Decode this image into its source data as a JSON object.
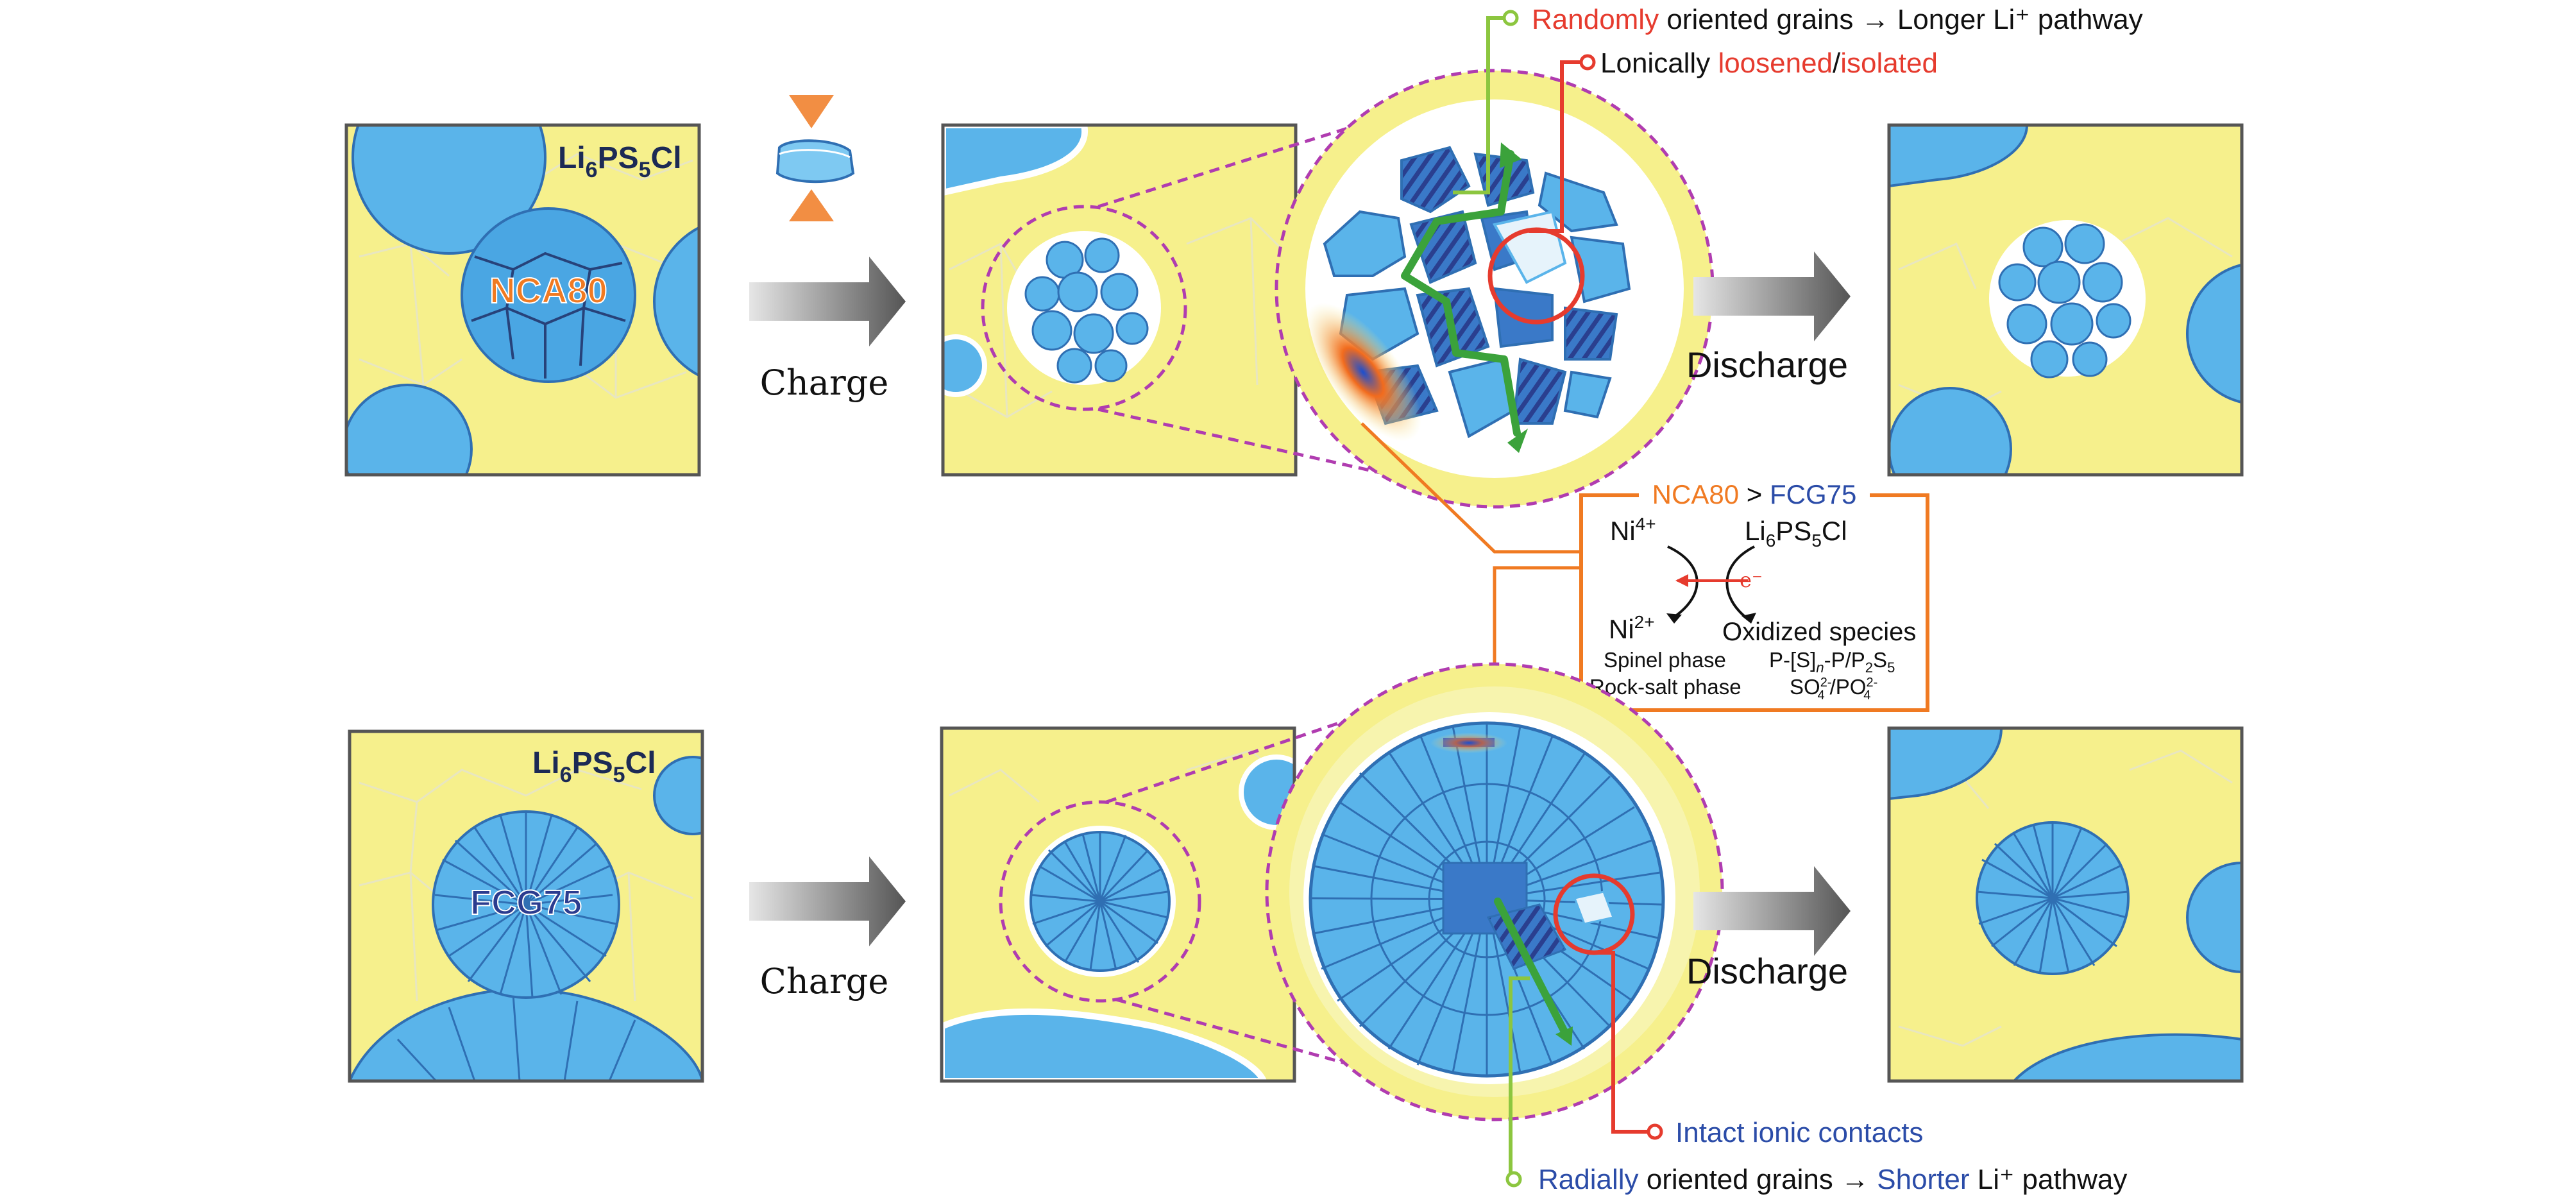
{
  "top_row": {
    "electrolyte_label": {
      "main": "Li",
      "sub1": "6",
      "mid": "PS",
      "sub2": "5",
      "end": "Cl"
    },
    "cathode_label": "NCA80",
    "charge_label": "Charge",
    "discharge_label": "Discharge",
    "callout_1": {
      "highlight": "Randomly",
      "rest": " oriented grains → Longer Li⁺ pathway"
    },
    "callout_2": {
      "prefix": "Lonically ",
      "highlight1": "loosened",
      "sep": "/",
      "highlight2": "isolated"
    }
  },
  "bottom_row": {
    "electrolyte_label": {
      "main": "Li",
      "sub1": "6",
      "mid": "PS",
      "sub2": "5",
      "end": "Cl"
    },
    "cathode_label": "FCG75",
    "charge_label": "Charge",
    "discharge_label": "Discharge",
    "callout_1": {
      "text": "Intact ionic contacts"
    },
    "callout_2": {
      "highlight1": "Radially",
      "mid": " oriented grains → ",
      "highlight2": "Shorter",
      "rest": " Li⁺ pathway"
    }
  },
  "reaction_box": {
    "title_left": "NCA80",
    "title_sep": " > ",
    "title_right": "FCG75",
    "ni4": {
      "base": "Ni",
      "sup": "4+"
    },
    "ni2": {
      "base": "Ni",
      "sup": "2+"
    },
    "electrolyte": {
      "main": "Li",
      "sub1": "6",
      "mid": "PS",
      "sub2": "5",
      "end": "Cl"
    },
    "electron": "e⁻",
    "oxidized": "Oxidized species",
    "spinel": "Spinel phase",
    "rocksalt": "Rock-salt phase",
    "sulfur_species": {
      "a": "P-[S]",
      "b": "n",
      "c": "-P/P",
      "d": "2",
      "e": "S",
      "f": "5"
    },
    "oxy_species": {
      "a": "SO",
      "a_sub": "4",
      "a_sup": "2-",
      "sep": "/PO",
      "b_sub": "4",
      "b_sup": "2-"
    }
  },
  "colors": {
    "electrolyte_yellow": "#F6F08C",
    "grain_blue": "#5AB4EA",
    "grain_dark": "#2F6FB3",
    "red": "#E63B2E",
    "blue_text": "#2B4CA8",
    "green": "#6DB33F",
    "orange": "#F07A22",
    "magenta_dash": "#B03CB0",
    "arrow_gray": "#7A7A7A"
  }
}
